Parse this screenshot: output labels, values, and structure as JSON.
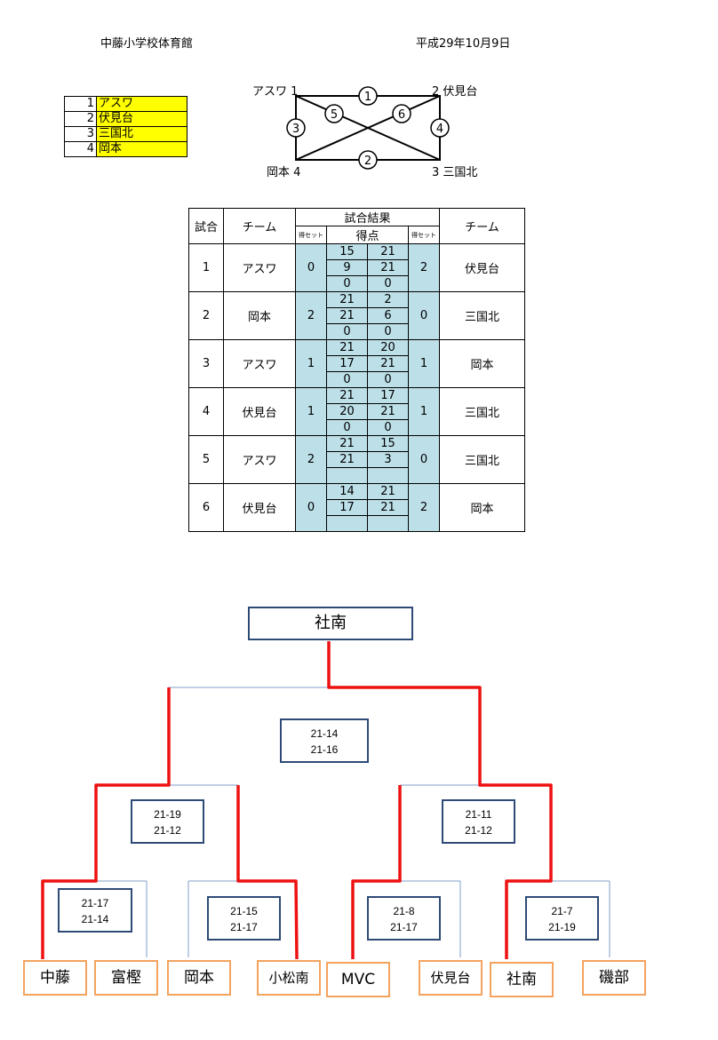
{
  "header": {
    "venue": "中藤小学校体育館",
    "date": "平成29年10月9日"
  },
  "team_list": [
    {
      "num": "1",
      "name": "アスワ"
    },
    {
      "num": "2",
      "name": "伏見台"
    },
    {
      "num": "3",
      "name": "三国北"
    },
    {
      "num": "4",
      "name": "岡本"
    }
  ],
  "diagram": {
    "corner_tl": "アスワ 1",
    "corner_tr": "2 伏見台",
    "corner_bl": "岡本 4",
    "corner_br": "3 三国北",
    "match_labels": [
      "1",
      "2",
      "3",
      "4",
      "5",
      "6"
    ]
  },
  "results": {
    "col_match": "試合",
    "col_team": "チーム",
    "col_result": "試合結果",
    "col_sets": "得セット",
    "col_points": "得点",
    "rows": [
      {
        "no": "1",
        "team_a": "アスワ",
        "sets_a": "0",
        "scores": [
          [
            "15",
            "21"
          ],
          [
            "9",
            "21"
          ],
          [
            "0",
            "0"
          ]
        ],
        "sets_b": "2",
        "team_b": "伏見台"
      },
      {
        "no": "2",
        "team_a": "岡本",
        "sets_a": "2",
        "scores": [
          [
            "21",
            "2"
          ],
          [
            "21",
            "6"
          ],
          [
            "0",
            "0"
          ]
        ],
        "sets_b": "0",
        "team_b": "三国北"
      },
      {
        "no": "3",
        "team_a": "アスワ",
        "sets_a": "1",
        "scores": [
          [
            "21",
            "20"
          ],
          [
            "17",
            "21"
          ],
          [
            "0",
            "0"
          ]
        ],
        "sets_b": "1",
        "team_b": "岡本"
      },
      {
        "no": "4",
        "team_a": "伏見台",
        "sets_a": "1",
        "scores": [
          [
            "21",
            "17"
          ],
          [
            "20",
            "21"
          ],
          [
            "0",
            "0"
          ]
        ],
        "sets_b": "1",
        "team_b": "三国北"
      },
      {
        "no": "5",
        "team_a": "アスワ",
        "sets_a": "2",
        "scores": [
          [
            "21",
            "15"
          ],
          [
            "21",
            "3"
          ],
          [
            "",
            ""
          ]
        ],
        "sets_b": "0",
        "team_b": "三国北"
      },
      {
        "no": "6",
        "team_a": "伏見台",
        "sets_a": "0",
        "scores": [
          [
            "14",
            "21"
          ],
          [
            "17",
            "21"
          ],
          [
            "",
            ""
          ]
        ],
        "sets_b": "2",
        "team_b": "岡本"
      }
    ]
  },
  "bracket": {
    "champion": "社南",
    "final_score": [
      "21-14",
      "21-16"
    ],
    "semi_scores": [
      [
        "21-19",
        "21-12"
      ],
      [
        "21-11",
        "21-12"
      ]
    ],
    "qf_scores": [
      [
        "21-17",
        "21-14"
      ],
      [
        "21-15",
        "21-17"
      ],
      [
        "21-8",
        "21-17"
      ],
      [
        "21-7",
        "21-19"
      ]
    ],
    "teams": [
      "中藤",
      "富樫",
      "岡本",
      "小松南",
      "MVC",
      "伏見台",
      "社南",
      "磯部"
    ]
  }
}
